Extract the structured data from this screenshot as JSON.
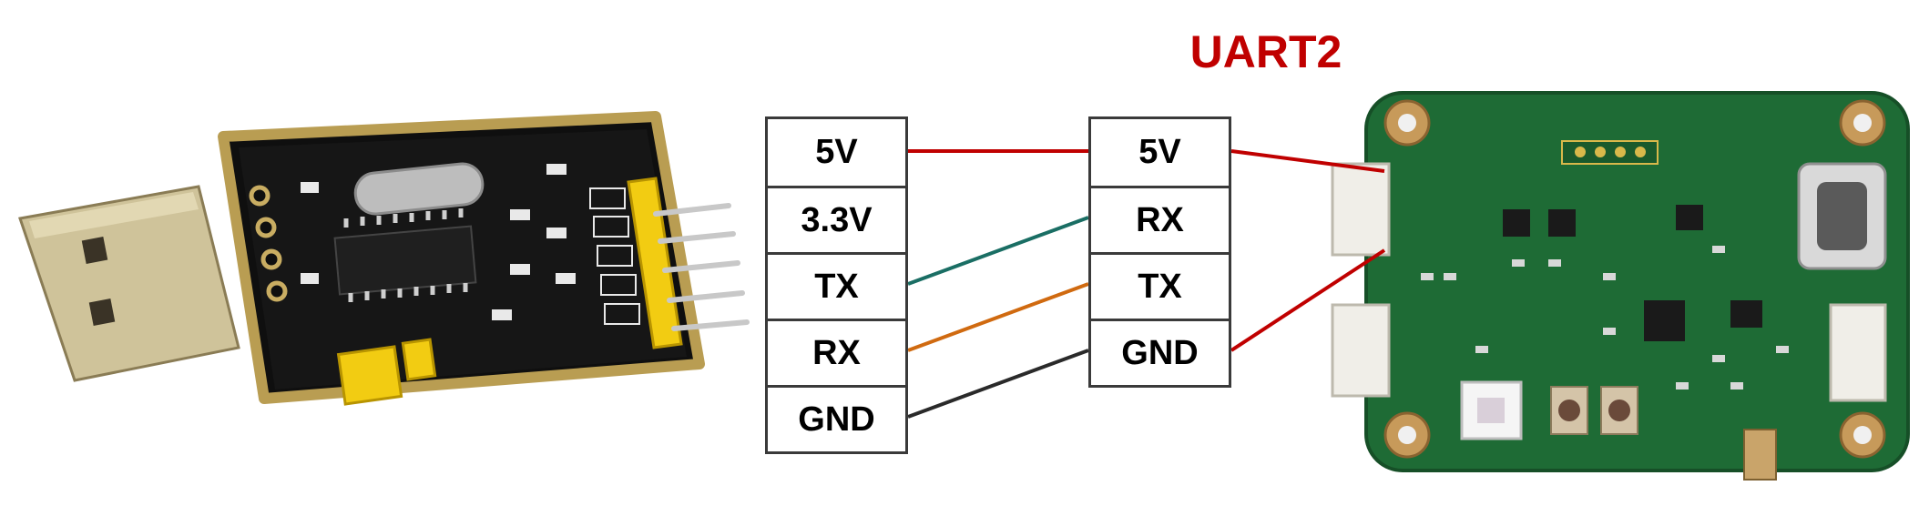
{
  "title": "UART2",
  "left_pins": [
    "5V",
    "3.3V",
    "TX",
    "RX",
    "GND"
  ],
  "right_pins": [
    "5V",
    "RX",
    "TX",
    "GND"
  ],
  "colors": {
    "title": "#c00000",
    "wire_power": "#c00000",
    "wire_tx": "#1a6e64",
    "wire_rx": "#d06a10",
    "wire_gnd": "#2a2a2a",
    "wire_board": "#c00000",
    "board_green": "#1e6b35",
    "adapter_black": "#151515",
    "connector_yellow": "#f2cc12"
  }
}
